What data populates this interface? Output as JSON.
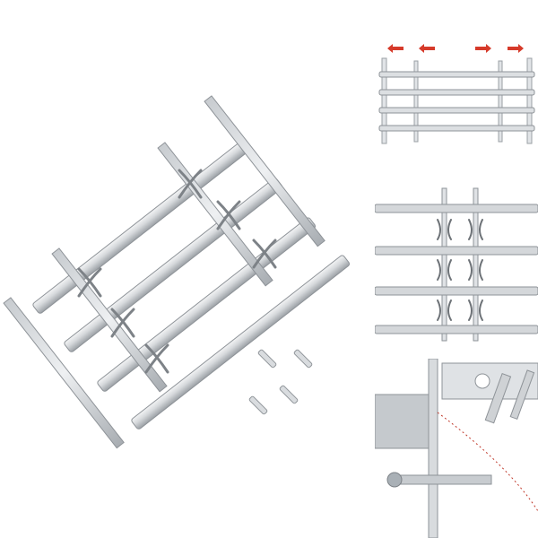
{
  "product": {
    "views": [
      {
        "id": "main",
        "subject": "window-security-grille-angled"
      },
      {
        "id": "thumb-1",
        "subject": "grille-extended-front-with-arrows"
      },
      {
        "id": "thumb-2",
        "subject": "grille-crossbar-detail"
      },
      {
        "id": "thumb-3",
        "subject": "mounting-bracket-with-screw-and-anchor"
      }
    ],
    "bar_count": 4,
    "hardware_pieces": 4,
    "colors": {
      "metal_light": "#e4e6e8",
      "metal_mid": "#bcc0c4",
      "metal_dark": "#8e9398",
      "arrow_red": "#d63a2a",
      "zoom_arc_red": "#c0392b"
    }
  }
}
